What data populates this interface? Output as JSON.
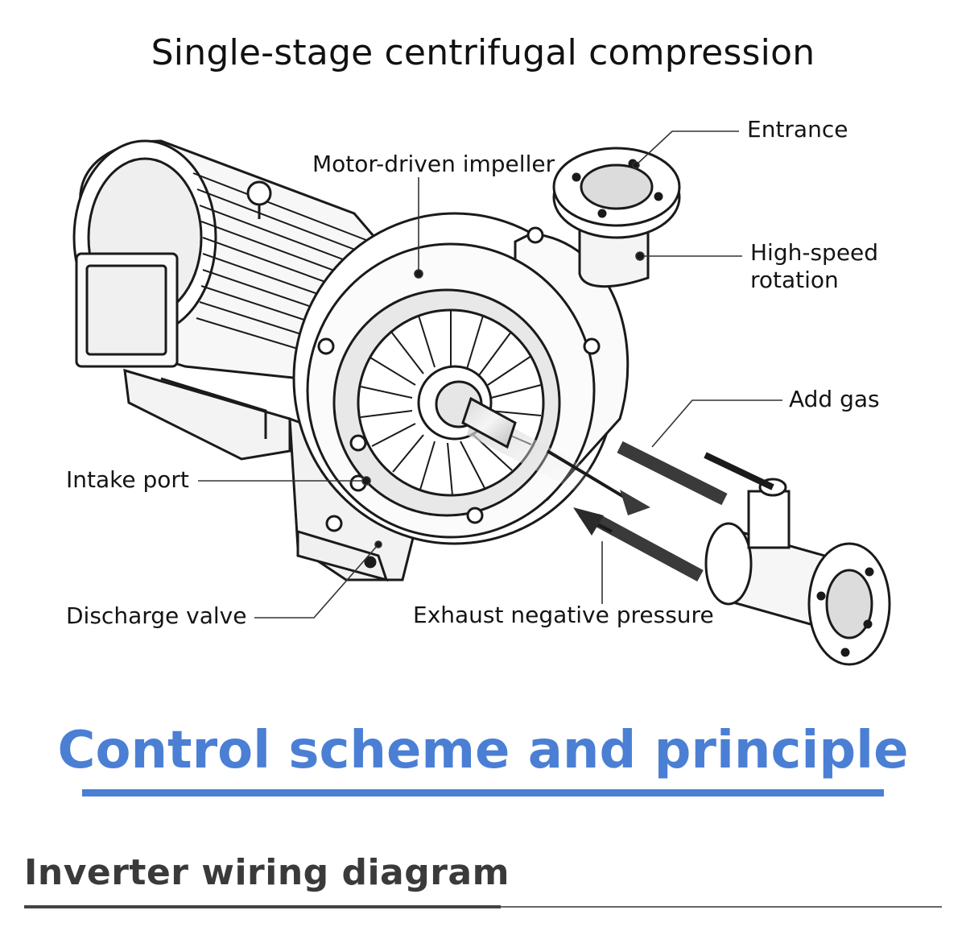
{
  "diagram": {
    "title": "Single-stage centrifugal compression",
    "labels": {
      "entrance": "Entrance",
      "motor_driven_impeller": "Motor-driven impeller",
      "high_speed_rotation_line1": "High-speed",
      "high_speed_rotation_line2": "rotation",
      "add_gas": "Add gas",
      "intake_port": "Intake port",
      "discharge_valve": "Discharge valve",
      "exhaust_negative_pressure": "Exhaust negative pressure"
    }
  },
  "section": {
    "heading": "Control scheme and principle",
    "accent_color": "#4a7fd4"
  },
  "subsection": {
    "heading": "Inverter wiring diagram"
  }
}
